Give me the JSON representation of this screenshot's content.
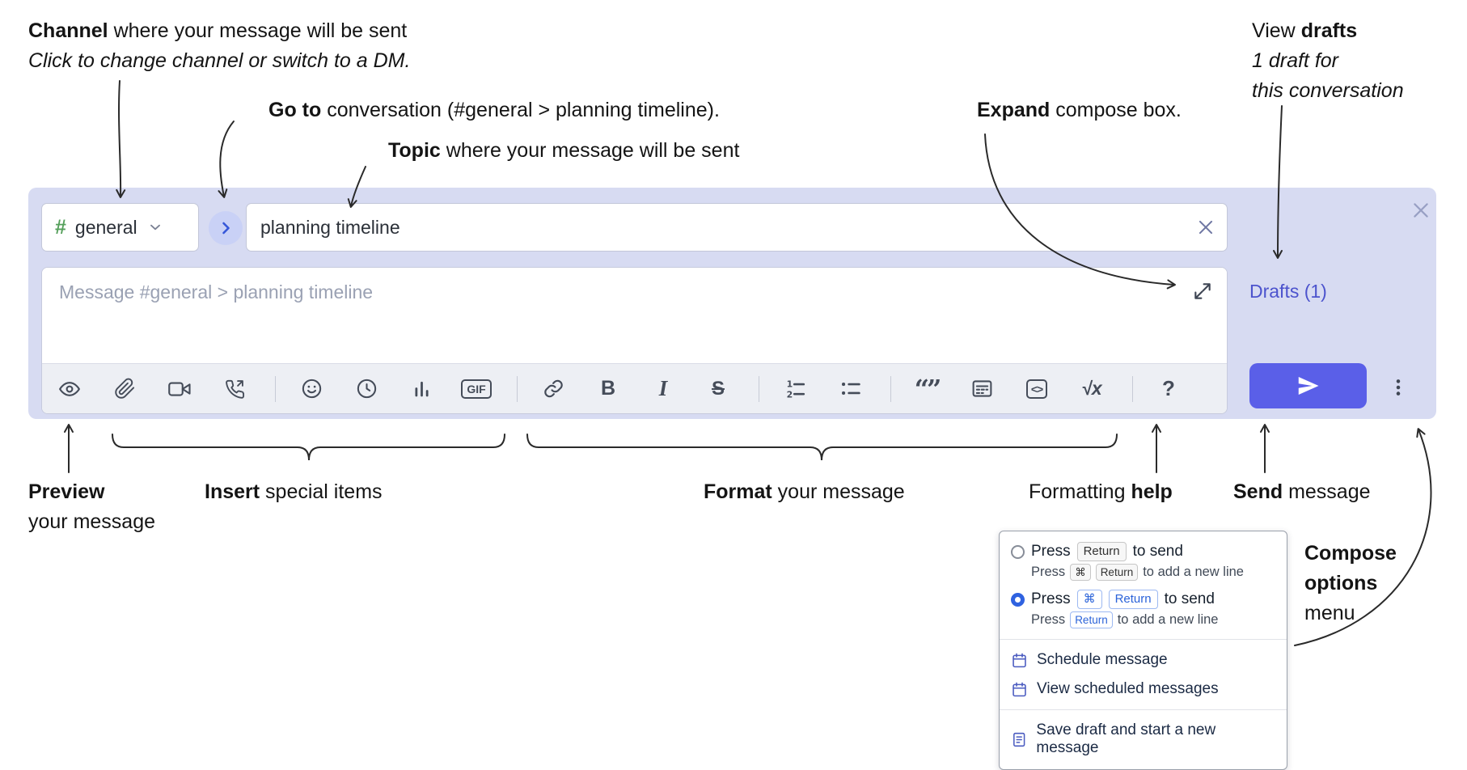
{
  "annotations": {
    "channel": {
      "bold": "Channel",
      "rest": " where your message will be sent",
      "line2": "Click to change channel or switch to a DM."
    },
    "goto": {
      "bold": "Go to",
      "rest": " conversation (#general > planning timeline)."
    },
    "topic": {
      "bold": "Topic",
      "rest": " where your message will be sent"
    },
    "expand": {
      "bold": "Expand",
      "rest": " compose box."
    },
    "drafts": {
      "line1_pre": "View ",
      "line1_bold": "drafts",
      "line2": "1 draft for",
      "line3": "this conversation"
    },
    "preview": {
      "bold": "Preview",
      "line2": "your message"
    },
    "insert": {
      "bold": "Insert",
      "rest": " special items"
    },
    "format": {
      "bold": "Format",
      "rest": " your message"
    },
    "formatting_help": {
      "pre": "Formatting ",
      "bold": "help"
    },
    "send": {
      "bold": "Send",
      "rest": " message"
    },
    "compose_options": {
      "line1": "Compose",
      "line2": "options",
      "line3": "menu"
    }
  },
  "compose": {
    "channel_hash": "#",
    "channel_name": "general",
    "topic_value": "planning timeline",
    "message_placeholder": "Message #general > planning timeline",
    "drafts_link": "Drafts (1)",
    "toolbar_labels": {
      "bold": "B",
      "italic": "I",
      "strikethrough": "S",
      "gif": "GIF",
      "code": "<>",
      "quote": "“”",
      "math": "√x",
      "help": "?"
    },
    "toolbar_icons": [
      "preview-eye",
      "attach-paperclip",
      "video-call",
      "voice-call",
      "emoji",
      "time",
      "poll",
      "gif",
      "link",
      "bold",
      "italic",
      "strikethrough",
      "numbered-list",
      "bulleted-list",
      "quote",
      "spoiler",
      "code",
      "math",
      "help"
    ]
  },
  "popup": {
    "option1": {
      "press": "Press",
      "kbd": "Return",
      "after": "to send",
      "sub_press": "Press",
      "sub_kbd1": "⌘",
      "sub_kbd2": "Return",
      "sub_after": "to add a new line"
    },
    "option2": {
      "press": "Press",
      "kbd1": "⌘",
      "kbd2": "Return",
      "after": "to send",
      "sub_press": "Press",
      "sub_kbd": "Return",
      "sub_after": "to add a new line"
    },
    "schedule": "Schedule message",
    "view_scheduled": "View scheduled messages",
    "save_draft": "Save draft and start a new message"
  },
  "colors": {
    "compose_bg": "#d7dbf2",
    "send_button": "#5a5fe8",
    "drafts_link": "#4c53cd",
    "channel_hash": "#56a05c",
    "radio_selected": "#2f62e0",
    "kbd_blue": "#2b63d9",
    "annotation_arrow": "#2a2a2a"
  }
}
